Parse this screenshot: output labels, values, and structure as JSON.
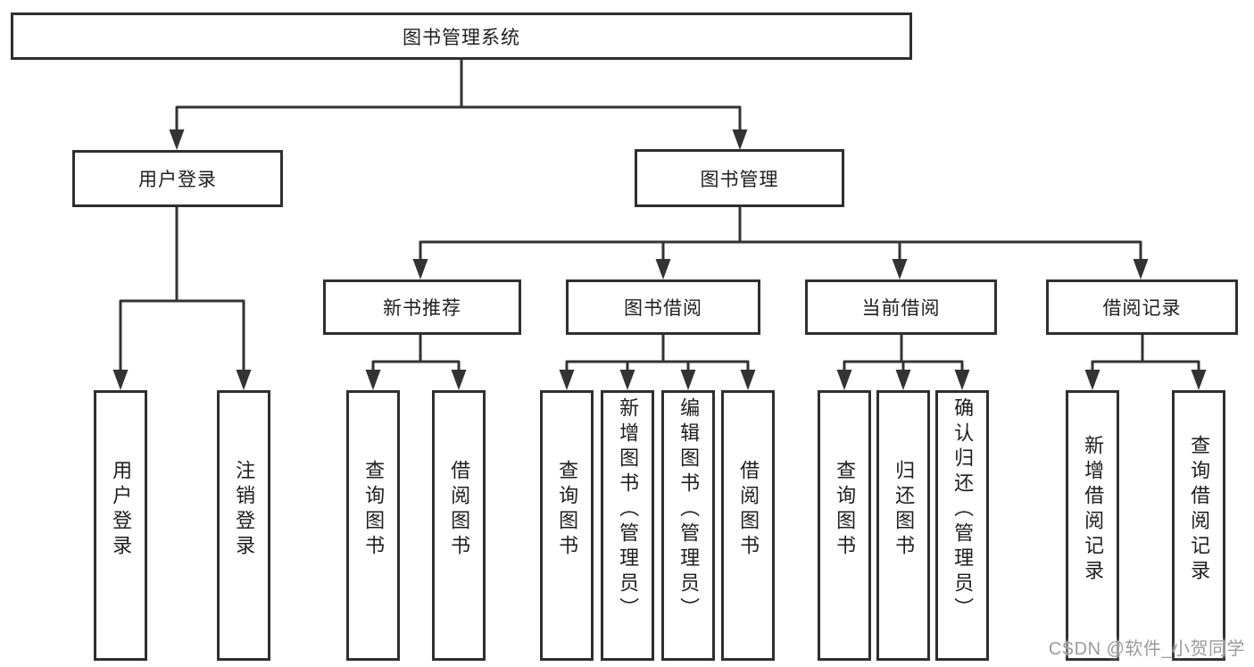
{
  "watermark": "CSDN @软件_小贺同学",
  "colors": {
    "line": "#333333",
    "box_border": "#2f2f2f",
    "text": "#1e1e1e",
    "watermark": "#9b9b9b",
    "background": "#ffffff"
  },
  "tree": {
    "label": "图书管理系统",
    "children": [
      {
        "label": "用户登录",
        "children": [
          {
            "label": "用户登录"
          },
          {
            "label": "注销登录"
          }
        ]
      },
      {
        "label": "图书管理",
        "children": [
          {
            "label": "新书推荐",
            "children": [
              {
                "label": "查询图书"
              },
              {
                "label": "借阅图书"
              }
            ]
          },
          {
            "label": "图书借阅",
            "children": [
              {
                "label": "查询图书"
              },
              {
                "label": "新增图书（管理员）"
              },
              {
                "label": "编辑图书（管理员）"
              },
              {
                "label": "借阅图书"
              }
            ]
          },
          {
            "label": "当前借阅",
            "children": [
              {
                "label": "查询图书"
              },
              {
                "label": "归还图书"
              },
              {
                "label": "确认归还（管理员）"
              }
            ]
          },
          {
            "label": "借阅记录",
            "children": [
              {
                "label": "新增借阅记录"
              },
              {
                "label": "查询借阅记录"
              }
            ]
          }
        ]
      }
    ]
  }
}
